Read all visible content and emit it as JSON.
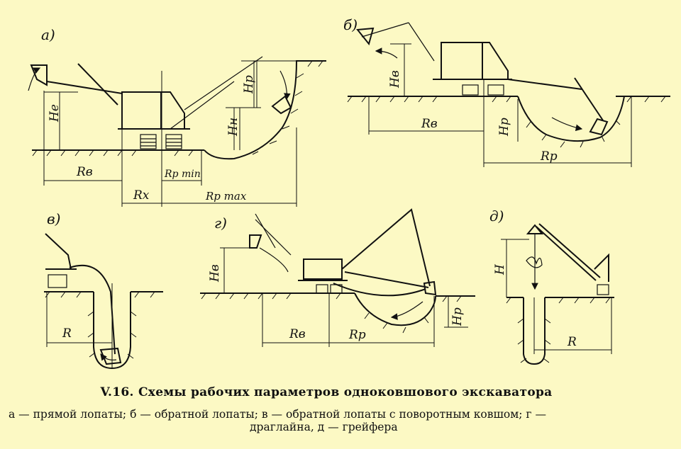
{
  "panels": {
    "a": {
      "label": "а)",
      "dims": {
        "he": "Hе",
        "hn": "Hн",
        "hp": "Hр",
        "rv": "Rв",
        "rx": "Rх",
        "rpmin": "Rр min",
        "rpmax": "Rр max"
      }
    },
    "b": {
      "label": "б)",
      "dims": {
        "hv": "Hв",
        "rv": "Rв",
        "hp": "Hр",
        "rp": "Rр"
      }
    },
    "v": {
      "label": "в)",
      "dims": {
        "r": "R"
      }
    },
    "g": {
      "label": "г)",
      "dims": {
        "hv": "Hв",
        "rv": "Rв",
        "rp": "Rр",
        "hp": "Hр"
      }
    },
    "d": {
      "label": "д)",
      "dims": {
        "h": "H",
        "r": "R"
      }
    }
  },
  "caption": {
    "title": "V.16. Схемы рабочих параметров одноковшового экскаватора",
    "line1": "а — прямой лопаты; б — обратной лопаты; в — обратной лопаты с поворотным ковшом; г —",
    "line2": "драглайна,  д — грейфера"
  }
}
